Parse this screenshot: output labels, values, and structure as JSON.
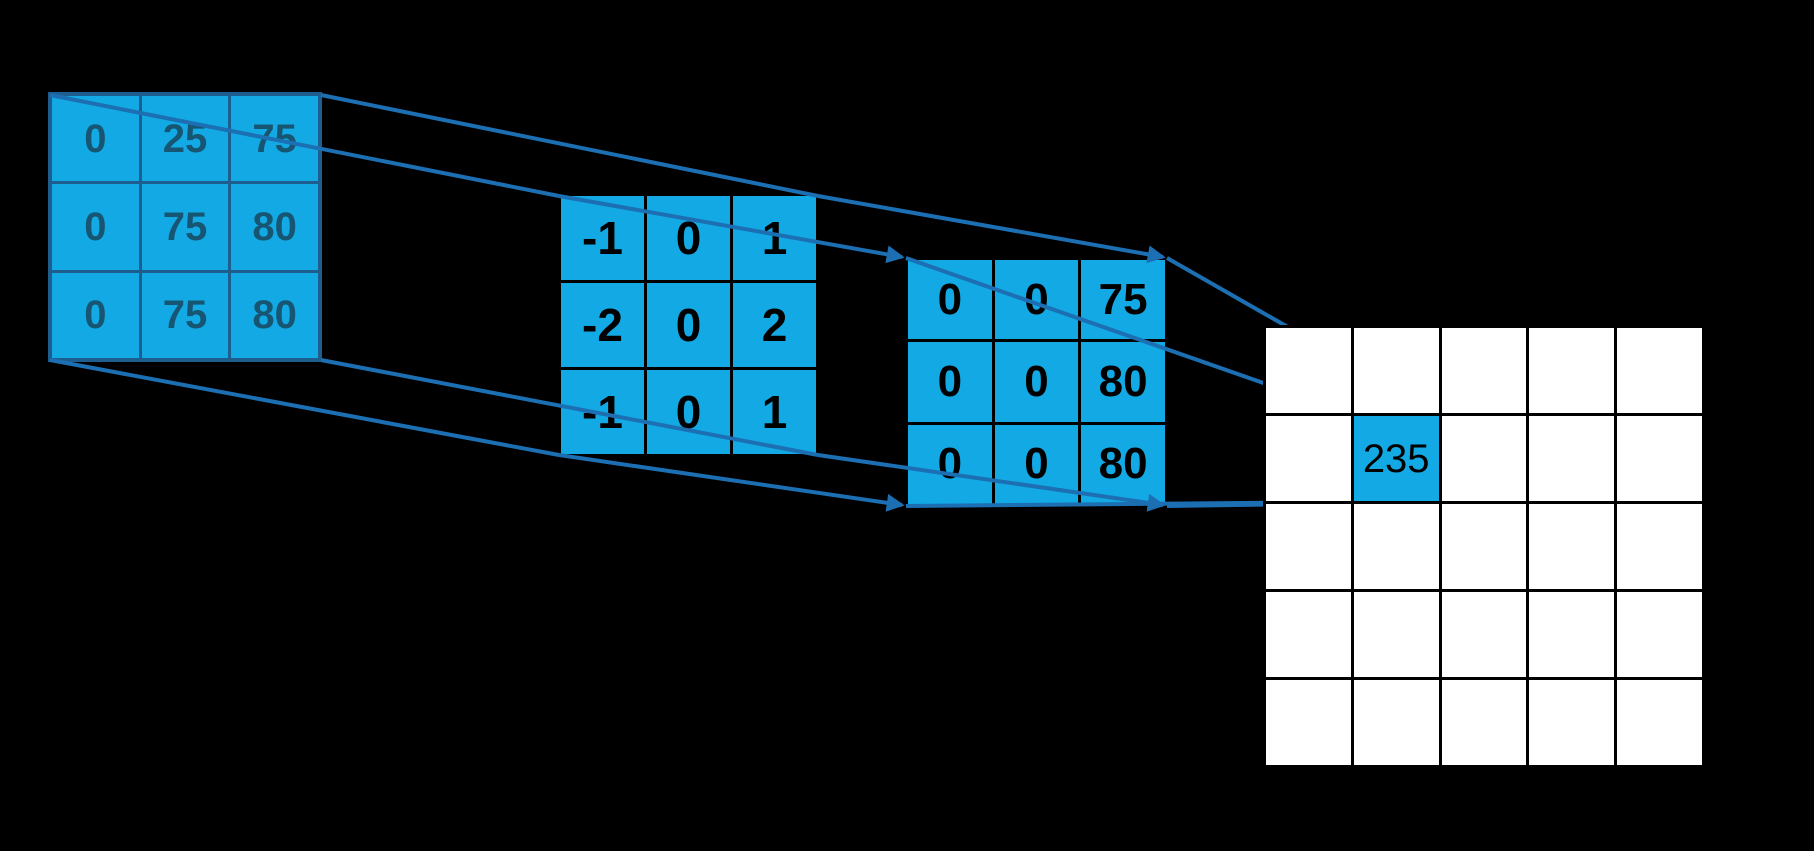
{
  "figure": {
    "description": "2D convolution example: input image patch multiplied by kernel gives product values summed into one output pixel",
    "colors": {
      "background": "#000000",
      "cell_cyan": "#12A9E4",
      "input_gridline_blue": "#1E5E8F",
      "input_text_blue": "#175672",
      "matrix_gridline_black": "#000000",
      "connector_line_blue": "#1B6FB2",
      "output_cell_white": "#FFFFFF",
      "output_text_black": "#000000"
    }
  },
  "input_patch": {
    "rows": [
      [
        "0",
        "25",
        "75"
      ],
      [
        "0",
        "75",
        "80"
      ],
      [
        "0",
        "75",
        "80"
      ]
    ]
  },
  "kernel": {
    "rows": [
      [
        "-1",
        "0",
        "1"
      ],
      [
        "-2",
        "0",
        "2"
      ],
      [
        "-1",
        "0",
        "1"
      ]
    ]
  },
  "product": {
    "rows": [
      [
        "0",
        "0",
        "75"
      ],
      [
        "0",
        "0",
        "80"
      ],
      [
        "0",
        "0",
        "80"
      ]
    ]
  },
  "output": {
    "rows": 5,
    "cols": 5,
    "highlight_row": 2,
    "highlight_col": 2,
    "highlight_value": "235"
  }
}
